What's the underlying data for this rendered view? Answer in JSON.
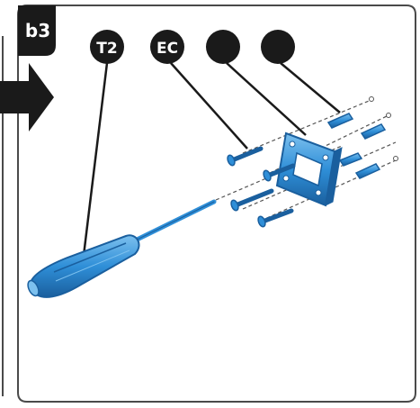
{
  "step": {
    "label": "b3"
  },
  "callouts": [
    {
      "id": "t2",
      "label": "T2"
    },
    {
      "id": "ec",
      "label": "EC"
    },
    {
      "id": "c3",
      "label": ""
    },
    {
      "id": "c4",
      "label": ""
    }
  ],
  "colors": {
    "part_blue": "#2f8fd8",
    "part_blue_dark": "#1a5f9e",
    "part_blue_light": "#7cc0ee",
    "callout_fill": "#1a1a1a",
    "frame": "#4a4a4a",
    "background": "#ffffff"
  }
}
